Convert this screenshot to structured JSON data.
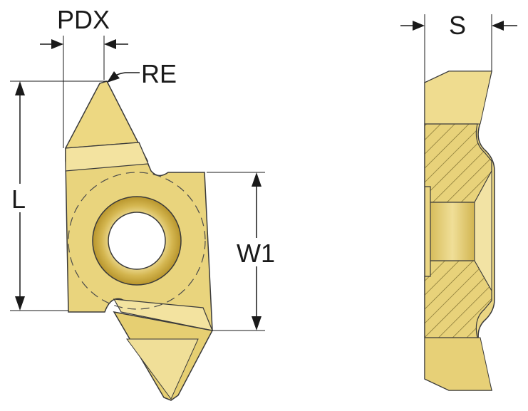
{
  "labels": {
    "pdx": "PDX",
    "re": "RE",
    "l": "L",
    "w1": "W1",
    "s": "S"
  },
  "colors": {
    "insert_face": "#e8d27a",
    "insert_face_light": "#f3e3a0",
    "insert_face_dark": "#c9ad45",
    "outline": "#3a3a3a",
    "hole_ring": "#c9a83a",
    "hatch": "#8a7a3a",
    "dim_line": "#1a1a1a"
  }
}
